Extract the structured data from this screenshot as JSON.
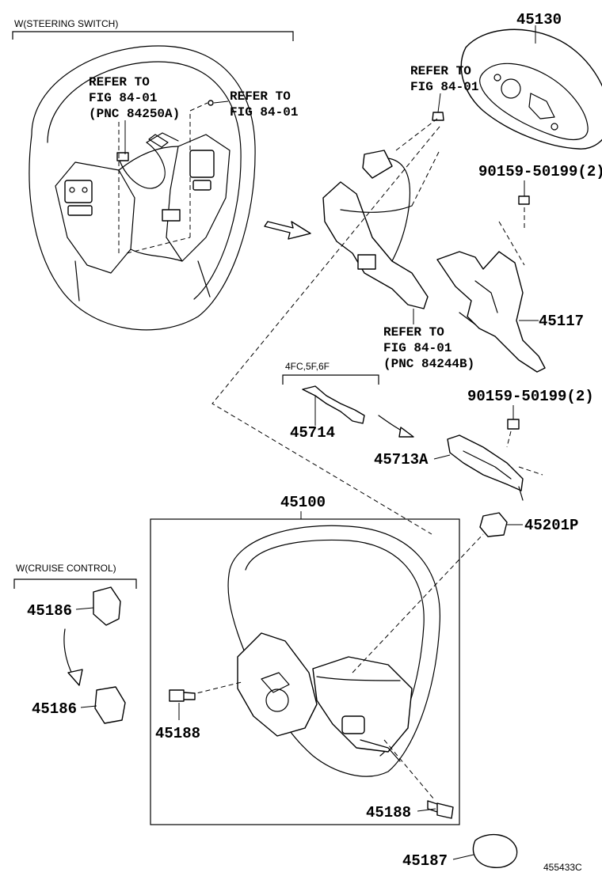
{
  "groups": {
    "steering_switch": "W(STEERING SWITCH)",
    "cruise_control": "W(CRUISE CONTROL)",
    "variant": "4FC,5F,6F"
  },
  "refs": {
    "ref_a": {
      "line1": "REFER TO",
      "line2": "FIG 84-01",
      "line3": "(PNC 84250A)"
    },
    "ref_b": {
      "line1": "REFER TO",
      "line2": "FIG 84-01"
    },
    "ref_c": {
      "line1": "REFER TO",
      "line2": "FIG 84-01"
    },
    "ref_d": {
      "line1": "REFER TO",
      "line2": "FIG 84-01",
      "line3": "(PNC 84244B)"
    }
  },
  "parts": {
    "p45130": "45130",
    "p90159_top": "90159-50199(2)",
    "p45117": "45117",
    "p45714": "45714",
    "p90159_mid": "90159-50199(2)",
    "p45713a": "45713A",
    "p45100": "45100",
    "p45201p": "45201P",
    "p45186_a": "45186",
    "p45186_b": "45186",
    "p45188_a": "45188",
    "p45188_b": "45188",
    "p45187": "45187"
  },
  "diagram_id": "455433C"
}
